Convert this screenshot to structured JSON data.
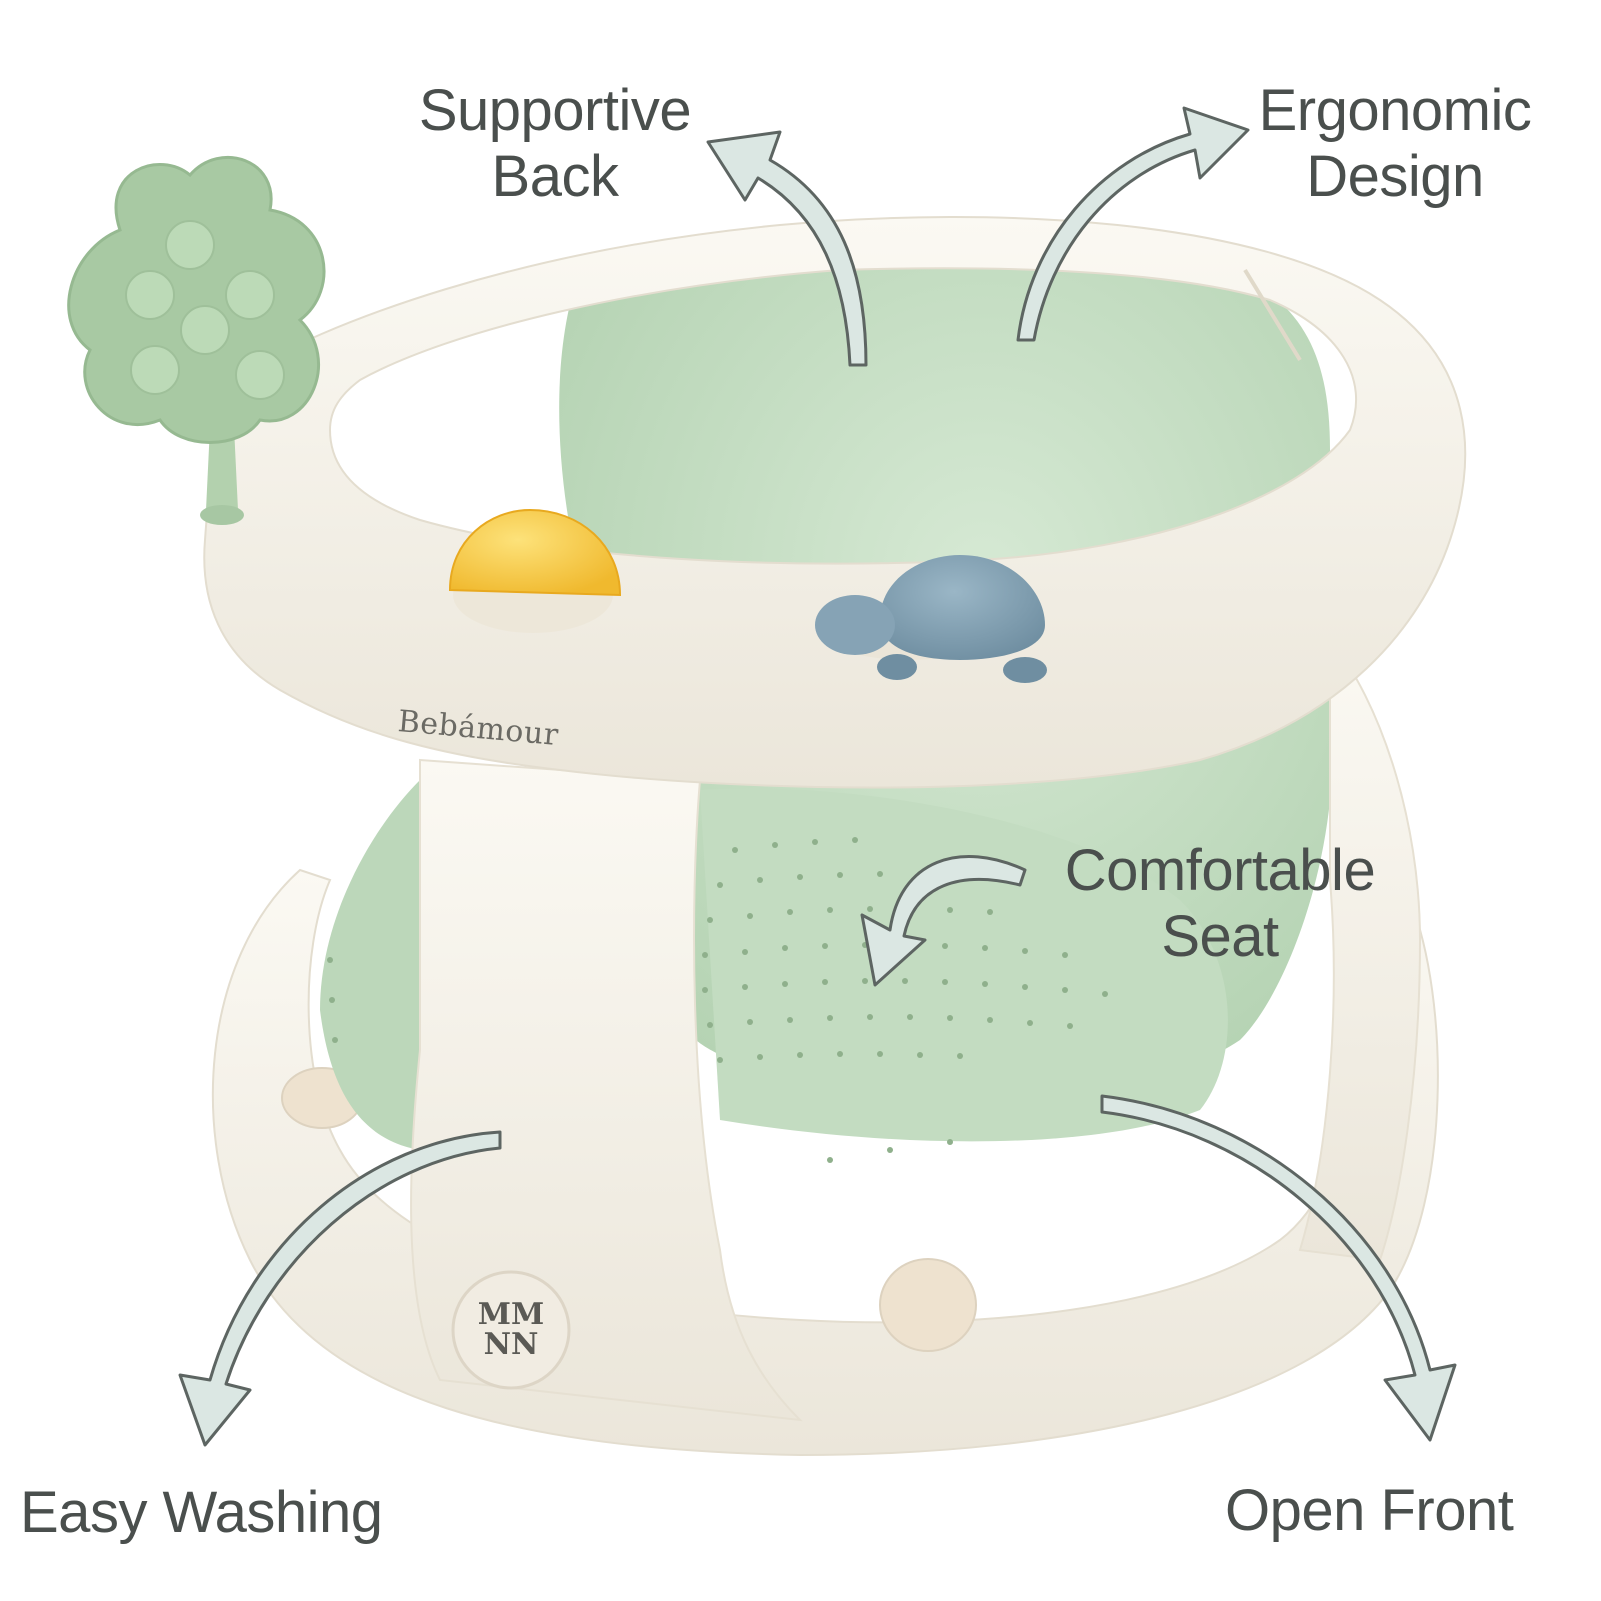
{
  "image": {
    "subject": "baby bath seat product photo with feature callouts",
    "colors": {
      "seat_green": "#c9e0c8",
      "seat_green_dark": "#a9cba9",
      "frame_white": "#f4f1e8",
      "frame_shadow": "#e2ddd0",
      "arrow_fill": "#dbe7e3",
      "arrow_stroke": "#5d6562",
      "ball_yellow": "#f6c744",
      "turtle_blue": "#7f9db0",
      "tree_green": "#a9c9a5",
      "text": "#4a4f4d"
    }
  },
  "callouts": {
    "supportive_back": {
      "line1": "Supportive",
      "line2": "Back"
    },
    "ergonomic_design": {
      "line1": "Ergonomic",
      "line2": "Design"
    },
    "comfortable_seat": {
      "line1": "Comfortable",
      "line2": "Seat"
    },
    "easy_washing": {
      "line1": "Easy Washing"
    },
    "open_front": {
      "line1": "Open Front"
    }
  },
  "product": {
    "brand_text": "Bebámour",
    "logo_text": "MM NN"
  }
}
